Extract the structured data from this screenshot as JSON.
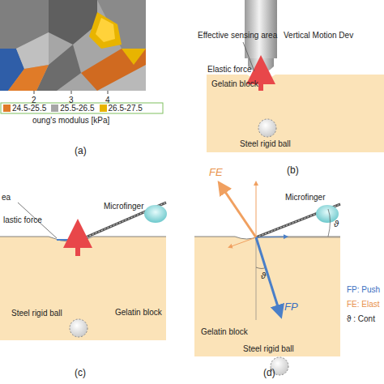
{
  "diagram": {
    "nodes": [
      {
        "text": [
          "Gelatin block"
        ]
      },
      {
        "text": [
          "Gelatin block"
        ]
      },
      {
        "text": [
          "Gelatin block"
        ]
      }
    ],
    "labels": [
      "2",
      "3",
      "4",
      "oung's modulus [kPa]",
      "(a)",
      "Effective sensing area",
      "Vertical Motion Dev",
      "Elastic force",
      "Steel rigid ball",
      "(b)",
      "ea",
      "lastic force",
      "Microfinger",
      "Steel rigid ball",
      "(c)",
      "FE",
      "FP",
      "Microfinger",
      "ϑ",
      "ϑ",
      "Steel rigid ball",
      "FP: Push",
      "FE: Elast",
      "ϑ : Cont",
      "(d)"
    ],
    "legend": [
      {
        "text": "24.5-25.5",
        "color": "#e07b28"
      },
      {
        "text": "25.5-26.5",
        "color": "#a6a6a6"
      },
      {
        "text": "26.5-27.5",
        "color": "#e8b400"
      }
    ]
  }
}
